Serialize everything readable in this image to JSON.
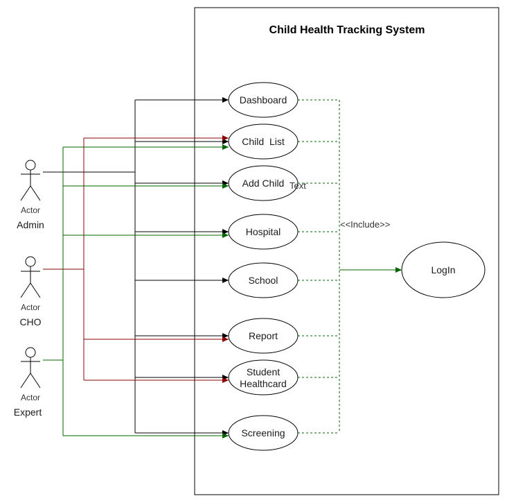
{
  "system": {
    "title": "Child Health Tracking System"
  },
  "actors": [
    {
      "id": "admin",
      "kind": "Actor",
      "name": "Admin"
    },
    {
      "id": "cho",
      "kind": "Actor",
      "name": "CHO"
    },
    {
      "id": "expert",
      "kind": "Actor",
      "name": "Expert"
    }
  ],
  "use_cases": [
    {
      "id": "dashboard",
      "lines": [
        "Dashboard"
      ]
    },
    {
      "id": "child-list",
      "lines": [
        "Child  List"
      ]
    },
    {
      "id": "add-child",
      "lines": [
        "Add Child"
      ]
    },
    {
      "id": "hospital",
      "lines": [
        "Hospital"
      ]
    },
    {
      "id": "school",
      "lines": [
        "School"
      ]
    },
    {
      "id": "report",
      "lines": [
        "Report"
      ]
    },
    {
      "id": "student-healthcard",
      "lines": [
        "Student",
        "Healthcard"
      ]
    },
    {
      "id": "screening",
      "lines": [
        "Screening"
      ]
    },
    {
      "id": "login",
      "lines": [
        "LogIn"
      ]
    }
  ],
  "relationships": {
    "include_label": "<<Include>>",
    "stray_label": "Text"
  },
  "colors": {
    "admin_line": "#000000",
    "cho_line": "#8b0000",
    "expert_line": "#006400",
    "include_line": "#006400",
    "outline": "#000000"
  }
}
